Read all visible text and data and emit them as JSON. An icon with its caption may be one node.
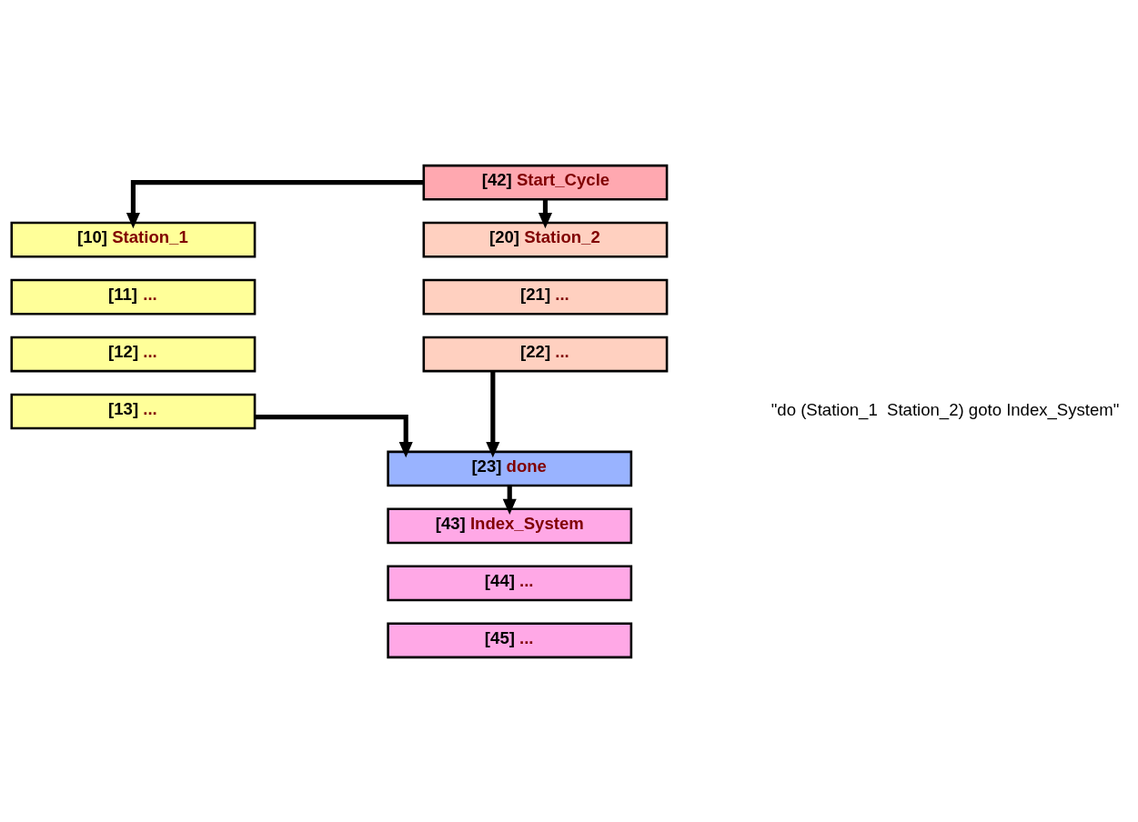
{
  "diagram": {
    "nodes": [
      {
        "text": [
          "[42] Start_Cycle"
        ]
      },
      {
        "text": [
          "[10] Station_1"
        ]
      },
      {
        "text": [
          "[11] ..."
        ]
      },
      {
        "text": [
          "[12] ..."
        ]
      },
      {
        "text": [
          "[13] ..."
        ]
      },
      {
        "text": [
          "[20] Station_2"
        ]
      },
      {
        "text": [
          "[21] ..."
        ]
      },
      {
        "text": [
          "[22] ..."
        ]
      },
      {
        "text": [
          "[23] done"
        ]
      },
      {
        "text": [
          "[43] Index_System"
        ]
      },
      {
        "text": [
          "[44] ..."
        ]
      },
      {
        "text": [
          "[45] ..."
        ]
      }
    ],
    "edges": [
      {
        "from": 0,
        "to": 1,
        "arrow": "to"
      },
      {
        "from": 0,
        "to": 5,
        "arrow": "to"
      },
      {
        "from": 4,
        "to": 8,
        "arrow": "to"
      },
      {
        "from": 7,
        "to": 8,
        "arrow": "to"
      },
      {
        "from": 8,
        "to": 9,
        "arrow": "to"
      }
    ],
    "labels": [
      "\"do (Station_1  Station_2) goto Index_System\""
    ]
  }
}
